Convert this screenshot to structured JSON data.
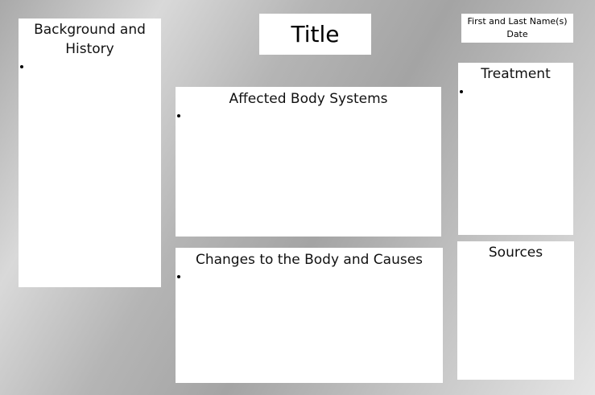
{
  "poster": {
    "title": "Title",
    "author": {
      "names": "First and Last Name(s)",
      "date": "Date"
    },
    "sections": {
      "background": {
        "title_line1": "Background and",
        "title_line2": "History"
      },
      "affected": {
        "title": "Affected Body Systems"
      },
      "changes": {
        "title": "Changes to the Body and Causes"
      },
      "treatment": {
        "title": "Treatment"
      },
      "sources": {
        "title": "Sources"
      }
    }
  }
}
